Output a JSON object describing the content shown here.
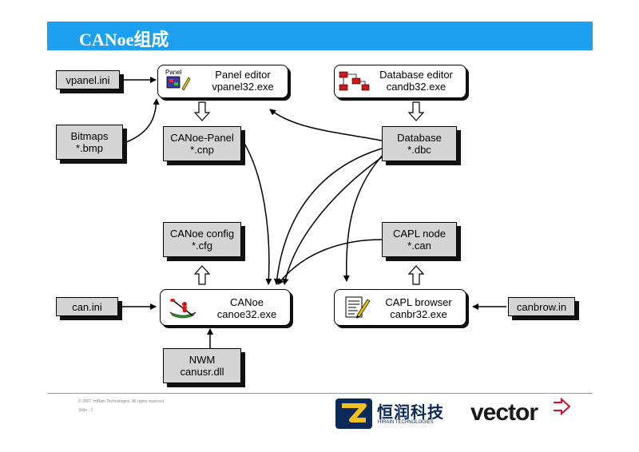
{
  "title": "CANoe组成",
  "nodes": {
    "vpanel_ini": "vpanel.ini",
    "panel_editor": {
      "name": "Panel editor",
      "exe": "vpanel32.exe",
      "icon_label": "Panel"
    },
    "database_editor": {
      "name": "Database editor",
      "exe": "candb32.exe"
    },
    "bitmaps": {
      "name": "Bitmaps",
      "ext": "*.bmp"
    },
    "canoe_panel": {
      "name": "CANoe-Panel",
      "ext": "*.cnp"
    },
    "database": {
      "name": "Database",
      "ext": "*.dbc"
    },
    "canoe_config": {
      "name": "CANoe config",
      "ext": "*.cfg"
    },
    "capl_node": {
      "name": "CAPL node",
      "ext": "*.can"
    },
    "can_ini": "can.ini",
    "canoe": {
      "name": "CANoe",
      "exe": "canoe32.exe"
    },
    "capl_browser": {
      "name": "CAPL browser",
      "exe": "canbr32.exe"
    },
    "canbrow_ini": "canbrow.in",
    "nwm": {
      "name": "NWM",
      "file": "canusr.dll"
    }
  },
  "footer": {
    "copyright": "© 2007, HiRain Technologies. All rights reserved.",
    "slide": "Slide : 3"
  },
  "logos": {
    "hirain_cn": "恒润科技",
    "hirain_en": "HIRAIN TECHNOLOGIES",
    "vector": "vector"
  },
  "colors": {
    "title_bar": "#1ea0f0",
    "box_fill": "#d4d4d4",
    "hirain_blue": "#0b2a5a",
    "vector_red": "#d0102a"
  }
}
